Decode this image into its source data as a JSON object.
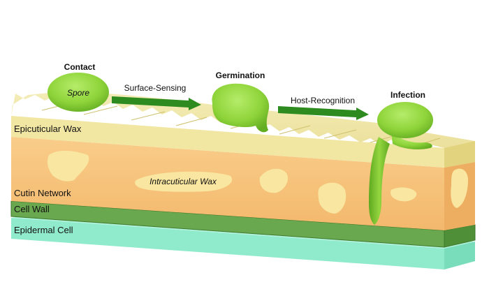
{
  "stages": {
    "contact": "Contact",
    "germination": "Germination",
    "infection": "Infection"
  },
  "arrows": {
    "surface_sensing": "Surface-Sensing",
    "host_recognition": "Host-Recognition"
  },
  "spore_label": "Spore",
  "intracuticular_label": "Intracuticular Wax",
  "layers": {
    "epicuticular_wax": "Epicuticular Wax",
    "cutin_network": "Cutin Network",
    "cell_wall": "Cell Wall",
    "epidermal_cell": "Epidermal Cell"
  },
  "colors": {
    "wax": "#f1e6a2",
    "cutin": "#f7c47e",
    "wax_blob": "#f9e6a0",
    "cell_wall": "#6aa84f",
    "epidermal_cell": "#7de8c4",
    "fungus": "#8fd43a",
    "arrow": "#2e8b1f"
  }
}
